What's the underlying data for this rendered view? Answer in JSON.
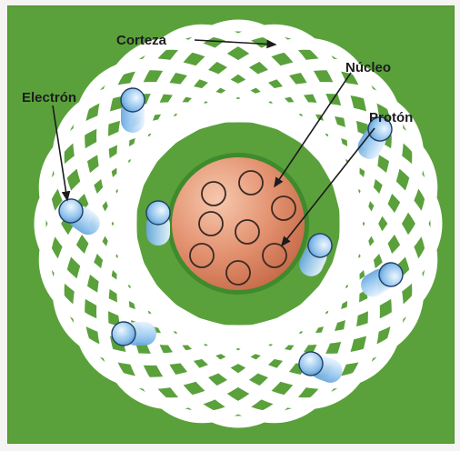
{
  "labels": {
    "corteza": "Corteza",
    "nucleo": "Núcleo",
    "proton": "Protón",
    "electron": "Electrón"
  },
  "colors": {
    "background": "#5aa13c",
    "orbit": "#ffffff",
    "nucleus": "#e08d66",
    "nucleus_rim": "#3f8a2c",
    "proton_outline": "#3a2a24",
    "electron": "#7fb8e8"
  },
  "counts": {
    "orbits": 12,
    "protons": 8,
    "electrons": 8
  }
}
